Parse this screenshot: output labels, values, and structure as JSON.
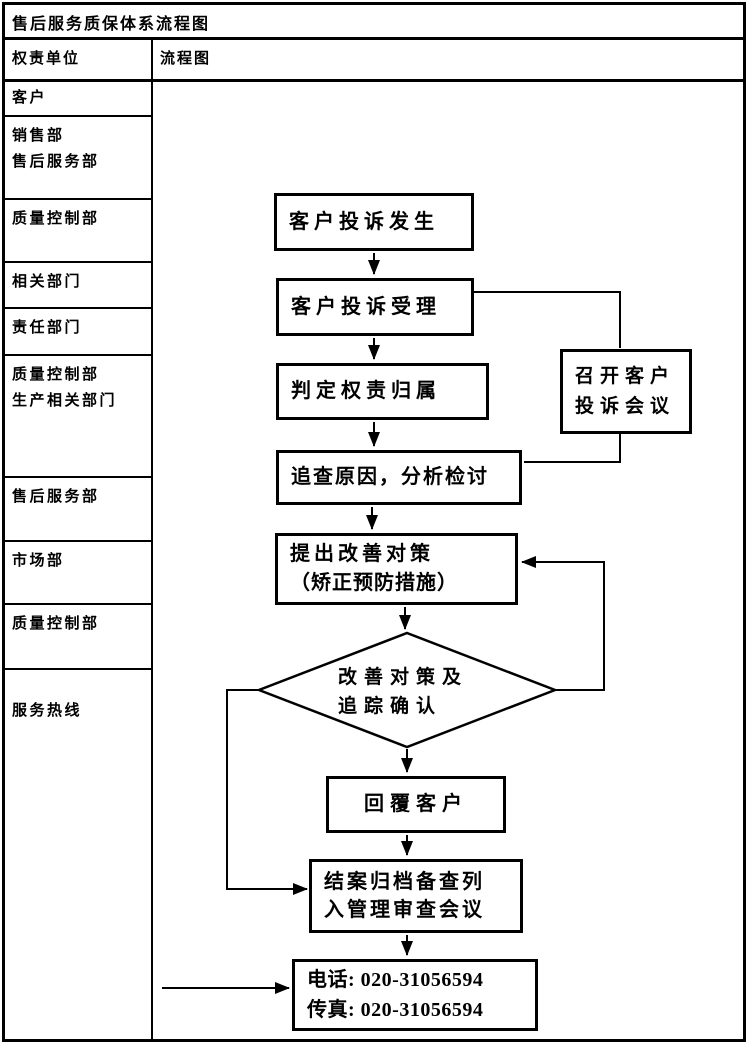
{
  "page": {
    "title": "售后服务质保体系流程图"
  },
  "header": {
    "col_responsibility": "权责单位",
    "col_flowchart": "流程图"
  },
  "departments": [
    {
      "lines": [
        "客户"
      ]
    },
    {
      "lines": [
        "销售部",
        "售后服务部"
      ]
    },
    {
      "lines": [
        "质量控制部"
      ]
    },
    {
      "lines": [
        "相关部门"
      ]
    },
    {
      "lines": [
        "责任部门"
      ]
    },
    {
      "lines": [
        "质量控制部",
        "生产相关部门"
      ]
    },
    {
      "lines": [
        "售后服务部"
      ]
    },
    {
      "lines": [
        "市场部"
      ]
    },
    {
      "lines": [
        "质量控制部"
      ]
    },
    {
      "lines": [
        "服务热线"
      ]
    }
  ],
  "flowchart": {
    "complaint_occur": "客户投诉发生",
    "complaint_accept": "客户投诉受理",
    "determine_responsibility": "判定权责归属",
    "investigate_cause": "追查原因，分析检讨",
    "propose_line1": "提出改善对策",
    "propose_line2": "（矫正预防措施）",
    "meeting_line1": "召开客户",
    "meeting_line2": "投诉会议",
    "decision_line1": "改善对策及",
    "decision_line2": "追踪确认",
    "reply_customer": "回覆客户",
    "close_line1": "结案归档备查列",
    "close_line2": "入管理审查会议",
    "contact_line1": "电话: 020-31056594",
    "contact_line2": "传真: 020-31056594"
  },
  "colors": {
    "line": "#000000",
    "text": "#000000",
    "background": "#ffffff"
  }
}
